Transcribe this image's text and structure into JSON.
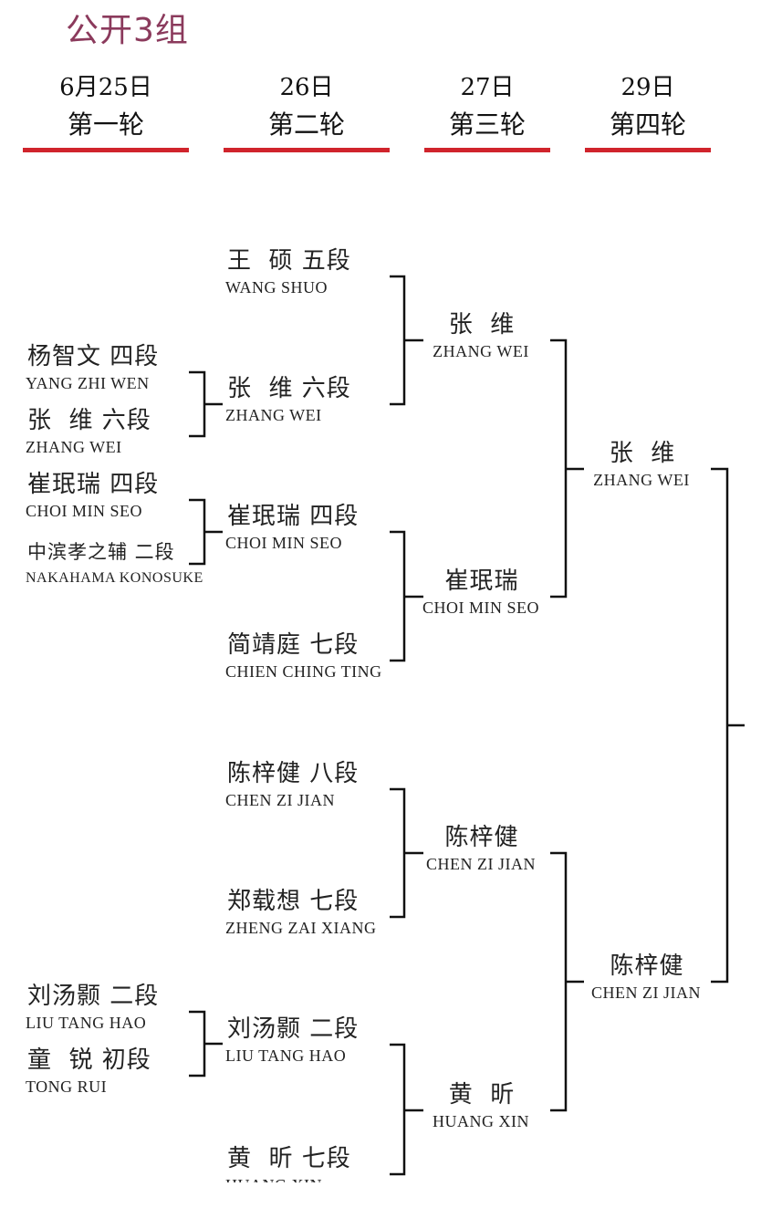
{
  "title": "公开3组",
  "rounds": [
    {
      "date": "6月25日",
      "name": "第一轮"
    },
    {
      "date": "26日",
      "name": "第二轮"
    },
    {
      "date": "27日",
      "name": "第三轮"
    },
    {
      "date": "29日",
      "name": "第四轮"
    }
  ],
  "round1": [
    {
      "cn": "杨智文 四段",
      "en": "YANG ZHI WEN"
    },
    {
      "cn": "张  维 六段",
      "en": "ZHANG WEI"
    },
    {
      "cn": "崔珉瑞 四段",
      "en": "CHOI MIN SEO"
    },
    {
      "cn": "中滨孝之辅 二段",
      "en": "NAKAHAMA KONOSUKE"
    },
    {
      "cn": "刘汤颢 二段",
      "en": "LIU TANG HAO"
    },
    {
      "cn": "童  锐 初段",
      "en": "TONG RUI"
    }
  ],
  "round2": [
    {
      "cn": "王  硕 五段",
      "en": "WANG SHUO"
    },
    {
      "cn": "张  维 六段",
      "en": "ZHANG WEI"
    },
    {
      "cn": "崔珉瑞 四段",
      "en": "CHOI MIN SEO"
    },
    {
      "cn": "简靖庭 七段",
      "en": "CHIEN CHING TING"
    },
    {
      "cn": "陈梓健 八段",
      "en": "CHEN ZI JIAN"
    },
    {
      "cn": "郑载想 七段",
      "en": "ZHENG ZAI XIANG"
    },
    {
      "cn": "刘汤颢 二段",
      "en": "LIU TANG HAO"
    },
    {
      "cn": "黄  昕 七段",
      "en": "HUANG XIN"
    }
  ],
  "round3": [
    {
      "cn": "张  维",
      "en": "ZHANG WEI"
    },
    {
      "cn": "崔珉瑞",
      "en": "CHOI MIN SEO"
    },
    {
      "cn": "陈梓健",
      "en": "CHEN ZI JIAN"
    },
    {
      "cn": "黄  昕",
      "en": "HUANG XIN"
    }
  ],
  "round4": [
    {
      "cn": "张  维",
      "en": "ZHANG WEI"
    },
    {
      "cn": "陈梓健",
      "en": "CHEN ZI JIAN"
    }
  ],
  "colors": {
    "title": "#8b3a5c",
    "header_bar": "#d0242c",
    "line": "#111111"
  }
}
